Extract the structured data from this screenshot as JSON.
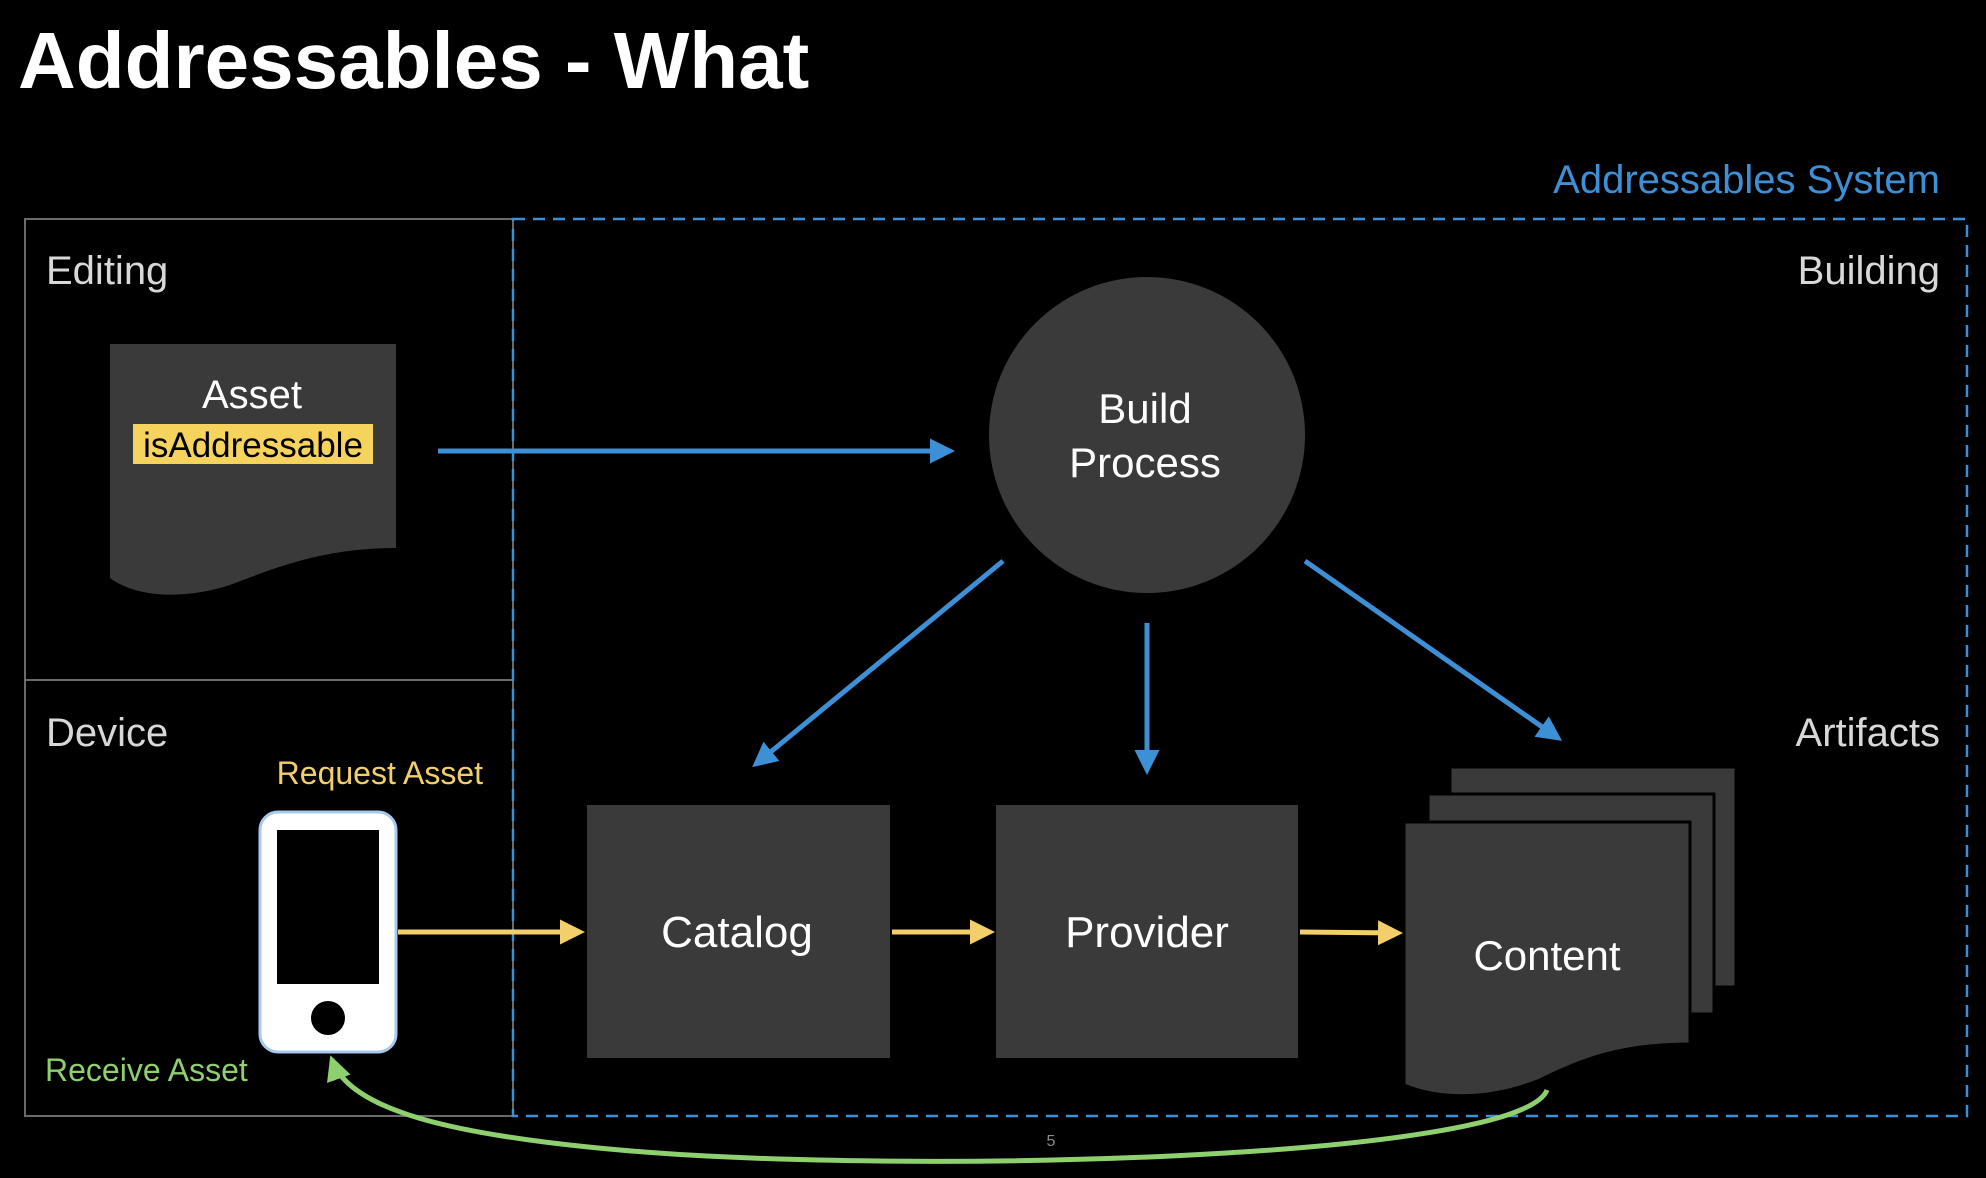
{
  "slide": {
    "title": "Addressables - What",
    "page_number": "5"
  },
  "regions": {
    "system_label": "Addressables System",
    "editing": "Editing",
    "device": "Device",
    "building": "Building",
    "artifacts": "Artifacts"
  },
  "nodes": {
    "asset_line1": "Asset",
    "asset_line2": "isAddressable",
    "build_line1": "Build",
    "build_line2": "Process",
    "catalog": "Catalog",
    "provider": "Provider",
    "content": "Content"
  },
  "flow_labels": {
    "request": "Request Asset",
    "receive": "Receive Asset"
  },
  "colors": {
    "background": "#000000",
    "box_fill": "#3a3a3a",
    "blue_arrow": "#3d8fd6",
    "yellow_arrow": "#f2cf6b",
    "green_arrow": "#8ecf6e",
    "highlight": "#f6d35c",
    "system_label": "#3d8fd6",
    "request_text": "#f2cf6b",
    "receive_text": "#8ecf6e"
  },
  "icons": [
    "phone-icon"
  ]
}
